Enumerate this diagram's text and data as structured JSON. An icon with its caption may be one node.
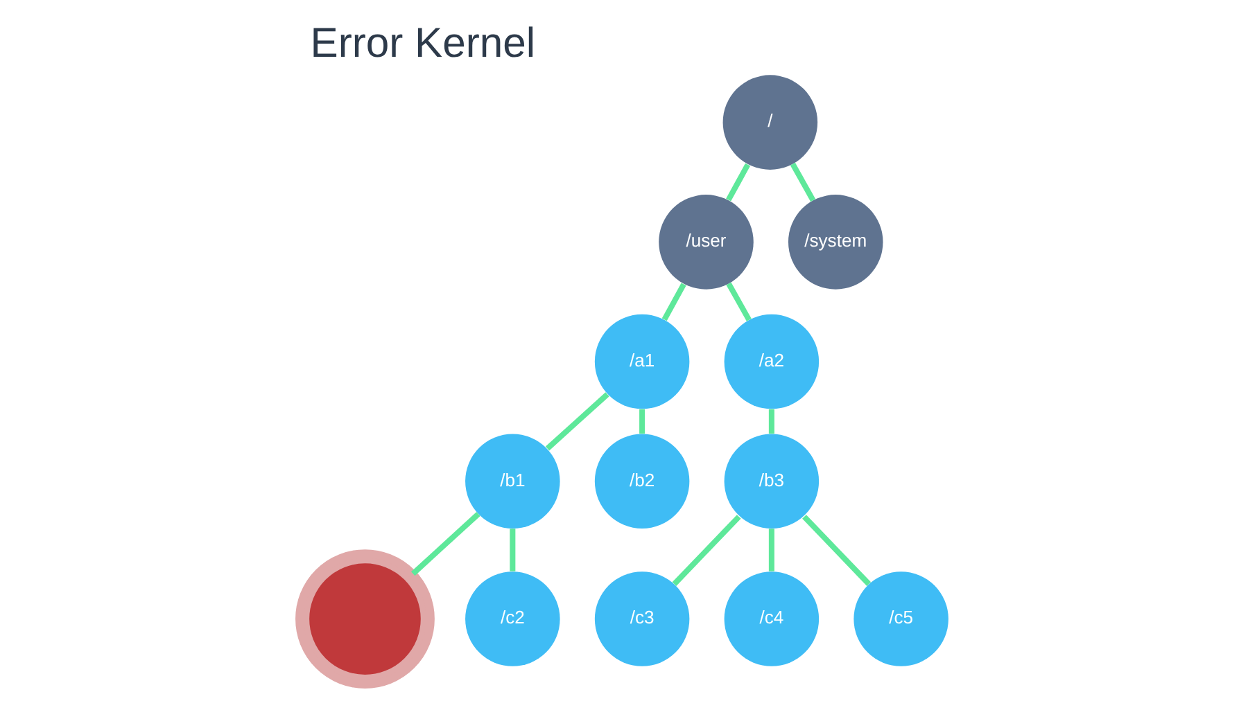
{
  "diagram": {
    "title": "Error Kernel",
    "nodes": [
      {
        "text": [
          "/"
        ]
      },
      {
        "text": [
          "/user"
        ]
      },
      {
        "text": [
          "/system"
        ]
      },
      {
        "text": [
          "/a1"
        ]
      },
      {
        "text": [
          "/a2"
        ]
      },
      {
        "text": [
          "/b1"
        ]
      },
      {
        "text": [
          "/b2"
        ]
      },
      {
        "text": [
          "/b3"
        ]
      },
      {
        "text": [],
        "shape": "circle"
      },
      {
        "text": [
          "/c2"
        ]
      },
      {
        "text": [
          "/c3"
        ]
      },
      {
        "text": [
          "/c4"
        ]
      },
      {
        "text": [
          "/c5"
        ]
      }
    ],
    "edges": [
      {
        "from": 0,
        "to": 1,
        "arrow": "none"
      },
      {
        "from": 0,
        "to": 2,
        "arrow": "none"
      },
      {
        "from": 1,
        "to": 3,
        "arrow": "none"
      },
      {
        "from": 1,
        "to": 4,
        "arrow": "none"
      },
      {
        "from": 3,
        "to": 5,
        "arrow": "none"
      },
      {
        "from": 3,
        "to": 6,
        "arrow": "none"
      },
      {
        "from": 4,
        "to": 7,
        "arrow": "none"
      },
      {
        "from": 5,
        "to": 8,
        "arrow": "none"
      },
      {
        "from": 5,
        "to": 9,
        "arrow": "none"
      },
      {
        "from": 7,
        "to": 10,
        "arrow": "none"
      },
      {
        "from": 7,
        "to": 11,
        "arrow": "none"
      },
      {
        "from": 7,
        "to": 12,
        "arrow": "none"
      }
    ]
  }
}
